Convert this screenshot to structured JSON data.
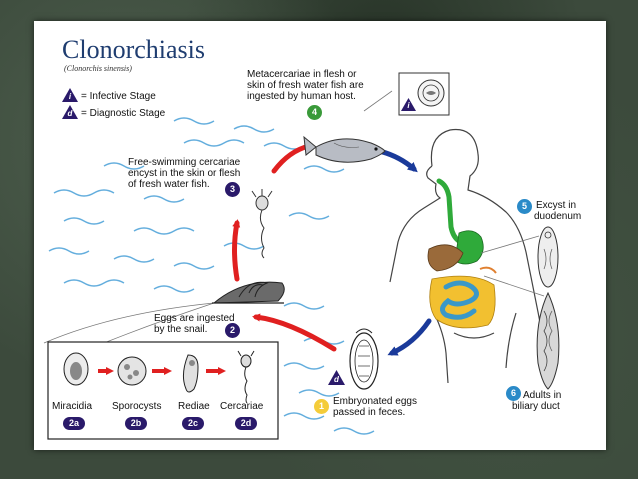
{
  "title": "Clonorchiasis",
  "subtitle": "(Clonorchis sinensis)",
  "legend": {
    "infective_letter": "i",
    "infective_label": "= Infective Stage",
    "diagnostic_letter": "d",
    "diagnostic_label": "= Diagnostic Stage"
  },
  "stages": {
    "s1": {
      "num": "1",
      "text1": "Embryonated eggs",
      "text2": "passed in feces."
    },
    "s2": {
      "num": "2",
      "text1": "Eggs are ingested",
      "text2": "by the snail."
    },
    "s3": {
      "num": "3",
      "text1": "Free-swimming cercariae",
      "text2": "encyst in the skin or flesh",
      "text3": "of fresh water fish."
    },
    "s4": {
      "num": "4",
      "text1": "Metacercariae in flesh or",
      "text2": "skin of fresh water fish are",
      "text3": "ingested by human host."
    },
    "s5": {
      "num": "5",
      "text1": "Excyst in",
      "text2": "duodenum"
    },
    "s6": {
      "num": "6",
      "text1": "Adults in",
      "text2": "biliary duct"
    }
  },
  "substages": [
    {
      "label": "Miracidia",
      "badge": "2a"
    },
    {
      "label": "Sporocysts",
      "badge": "2b"
    },
    {
      "label": "Rediae",
      "badge": "2c"
    },
    {
      "label": "Cercariae",
      "badge": "2d"
    }
  ],
  "colors": {
    "title": "#1f3d70",
    "red_arrow": "#e02020",
    "blue_arrow": "#1a3a9a",
    "water": "#4aa0d8",
    "badge_dark": "#2a1a6a",
    "badge_green": "#3a9a3a",
    "badge_blue": "#2a8ac8",
    "badge_yellow": "#f4cc3a"
  }
}
